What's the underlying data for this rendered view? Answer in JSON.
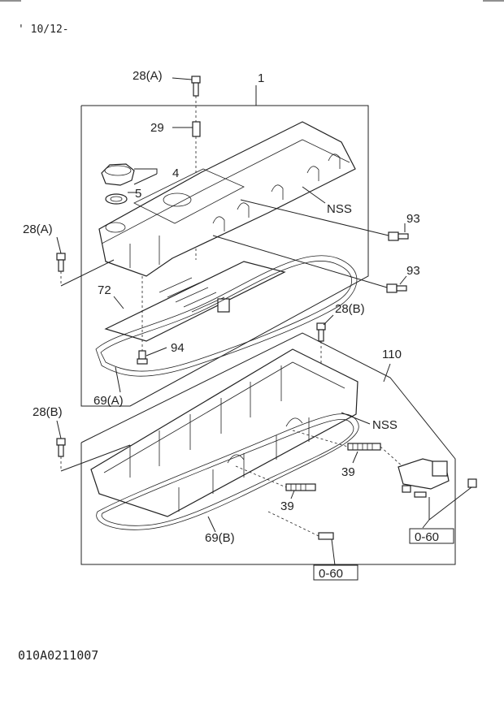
{
  "header": {
    "revision": "' 10/12-",
    "corner_rule_left": "",
    "corner_rule_right": ""
  },
  "footer": {
    "drawing_code": "010A0211007"
  },
  "callouts": {
    "c28a_top": "28(A)",
    "c1": "1",
    "c29": "29",
    "c4": "4",
    "c5": "5",
    "nss_upper": "NSS",
    "c93_upper": "93",
    "c28a_left": "28(A)",
    "c93_lower": "93",
    "c72": "72",
    "c28b_right": "28(B)",
    "c94": "94",
    "c110": "110",
    "c69a": "69(A)",
    "c28b_left": "28(B)",
    "nss_lower": "NSS",
    "c39_right": "39",
    "c39_left": "39",
    "c69b": "69(B)"
  },
  "ref_boxes": {
    "ref_right": "0-60",
    "ref_bottom": "0-60"
  },
  "colors": {
    "ink": "#222222",
    "paper": "#ffffff"
  }
}
